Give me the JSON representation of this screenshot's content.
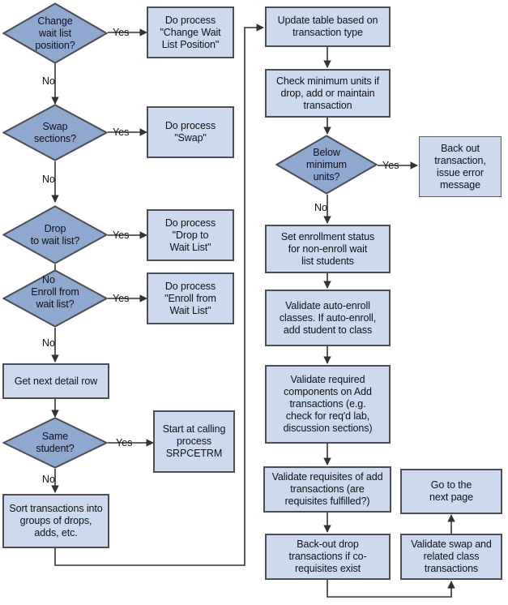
{
  "diagram": {
    "title": "Enrollment transaction processing flowchart",
    "colors": {
      "decision_fill": "#8fa8d0",
      "process_fill": "#ccd9ee",
      "border": "#4d4d55",
      "line": "#333333",
      "text": "#101018",
      "background": "#ffffff"
    },
    "nodes": {
      "change_wait_list": "Change\nwait list\nposition?",
      "do_change_wait_list": "Do process\n\"Change Wait\nList Position\"",
      "swap_sections": "Swap\nsections?",
      "do_swap": "Do process\n\"Swap\"",
      "drop_to_wait_list": "Drop\nto wait list?",
      "do_drop_to_wait_list": "Do process\n\"Drop to\nWait List\"",
      "enroll_from_wait_list": "Enroll from\nwait list?",
      "do_enroll_from_wait_list": "Do process\n\"Enroll from\nWait List\"",
      "get_next_detail_row": "Get next detail row",
      "same_student": "Same\nstudent?",
      "start_at_calling_process": "Start at calling\nprocess\nSRPCETRM",
      "sort_transactions": "Sort transactions into\ngroups of drops,\nadds, etc.",
      "update_table": "Update table based on\ntransaction type",
      "check_minimum_units": "Check minimum units if\ndrop, add or maintain\ntransaction",
      "below_minimum_units": "Below\nminimum\nunits?",
      "back_out_transaction": "Back out\ntransaction,\nissue error\nmessage",
      "set_enrollment_status": "Set enrollment status\nfor non-enroll wait\nlist students",
      "validate_auto_enroll": "Validate auto-enroll\nclasses.  If auto-enroll,\nadd student to class",
      "validate_required_components": "Validate required\ncomponents on Add\ntransactions (e.g.\ncheck for req'd lab,\ndiscussion sections)",
      "validate_requisites": "Validate requisites of add\ntransactions (are\nrequisites fulfilled?)",
      "back_out_drop": "Back-out drop\ntransactions if co-\nrequisites exist",
      "go_to_next_page": "Go to the\nnext page",
      "validate_swap": "Validate swap and\nrelated class\ntransactions"
    },
    "edge_labels": {
      "yes_1": "Yes",
      "no_1": "No",
      "yes_2": "Yes",
      "no_2": "No",
      "yes_3": "Yes",
      "no_3": "No",
      "yes_4": "Yes",
      "no_4": "No",
      "yes_5": "Yes",
      "no_5": "No",
      "yes_6": "Yes",
      "no_6": "No"
    }
  }
}
